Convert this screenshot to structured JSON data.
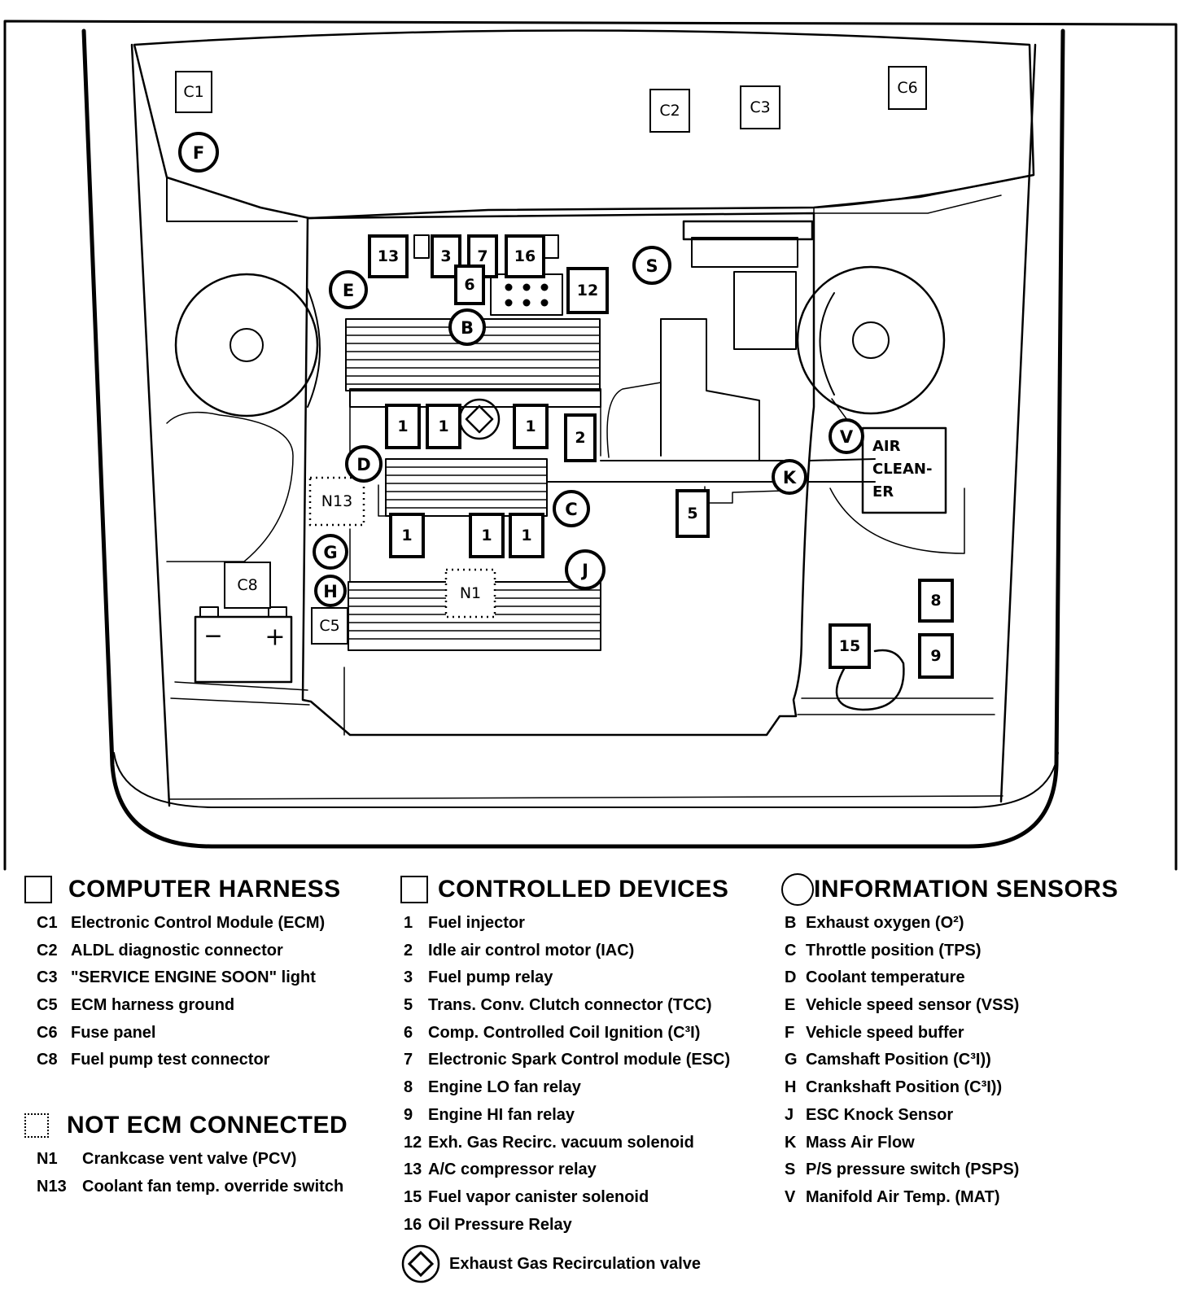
{
  "diagram": {
    "boxes": [
      {
        "id": "C1",
        "label": "C1"
      },
      {
        "id": "C2",
        "label": "C2"
      },
      {
        "id": "C3",
        "label": "C3"
      },
      {
        "id": "C6",
        "label": "C6"
      },
      {
        "id": "13",
        "label": "13"
      },
      {
        "id": "3",
        "label": "3"
      },
      {
        "id": "7",
        "label": "7"
      },
      {
        "id": "16",
        "label": "16"
      },
      {
        "id": "6",
        "label": "6"
      },
      {
        "id": "12",
        "label": "12"
      },
      {
        "id": "inj-1a",
        "label": "1"
      },
      {
        "id": "inj-1b",
        "label": "1"
      },
      {
        "id": "inj-1c",
        "label": "1"
      },
      {
        "id": "2",
        "label": "2"
      },
      {
        "id": "N13",
        "label": "N13"
      },
      {
        "id": "inj-1d",
        "label": "1"
      },
      {
        "id": "inj-1e",
        "label": "1"
      },
      {
        "id": "inj-1f",
        "label": "1"
      },
      {
        "id": "5",
        "label": "5"
      },
      {
        "id": "C8",
        "label": "C8"
      },
      {
        "id": "N1",
        "label": "N1"
      },
      {
        "id": "C5",
        "label": "C5"
      },
      {
        "id": "8",
        "label": "8"
      },
      {
        "id": "9",
        "label": "9"
      },
      {
        "id": "15",
        "label": "15"
      }
    ],
    "sensors": [
      {
        "id": "F",
        "label": "F"
      },
      {
        "id": "E",
        "label": "E"
      },
      {
        "id": "B",
        "label": "B"
      },
      {
        "id": "S",
        "label": "S"
      },
      {
        "id": "D",
        "label": "D"
      },
      {
        "id": "C",
        "label": "C"
      },
      {
        "id": "G",
        "label": "G"
      },
      {
        "id": "H",
        "label": "H"
      },
      {
        "id": "J",
        "label": "J"
      },
      {
        "id": "V",
        "label": "V"
      },
      {
        "id": "K",
        "label": "K"
      }
    ],
    "air_cleaner": [
      "AIR",
      "CLEAN-",
      "ER"
    ],
    "battery_minus": "−",
    "battery_plus": "+"
  },
  "legend": {
    "computer_harness": {
      "title": "COMPUTER HARNESS",
      "items": [
        {
          "code": "C1",
          "text": "Electronic Control Module (ECM)"
        },
        {
          "code": "C2",
          "text": "ALDL diagnostic connector"
        },
        {
          "code": "C3",
          "text": "\"SERVICE ENGINE SOON\" light"
        },
        {
          "code": "C5",
          "text": "ECM harness ground"
        },
        {
          "code": "C6",
          "text": "Fuse panel"
        },
        {
          "code": "C8",
          "text": "Fuel pump test connector"
        }
      ]
    },
    "not_ecm_connected": {
      "title": "NOT ECM CONNECTED",
      "items": [
        {
          "code": "N1",
          "text": "Crankcase vent valve (PCV)"
        },
        {
          "code": "N13",
          "text": "Coolant fan temp. override switch"
        }
      ]
    },
    "controlled_devices": {
      "title": "CONTROLLED DEVICES",
      "items": [
        {
          "code": "1",
          "text": "Fuel injector"
        },
        {
          "code": "2",
          "text": "Idle air control motor  (IAC)"
        },
        {
          "code": "3",
          "text": "Fuel pump relay"
        },
        {
          "code": "5",
          "text": "Trans. Conv. Clutch connector (TCC)"
        },
        {
          "code": "6",
          "text": "Comp. Controlled Coil Ignition (C³I)"
        },
        {
          "code": "7",
          "text": "Electronic Spark Control module (ESC)"
        },
        {
          "code": "8",
          "text": "Engine LO fan relay"
        },
        {
          "code": "9",
          "text": "Engine HI fan relay"
        },
        {
          "code": "12",
          "text": "Exh. Gas Recirc. vacuum solenoid"
        },
        {
          "code": "13",
          "text": "A/C compressor relay"
        },
        {
          "code": "15",
          "text": "Fuel vapor canister solenoid"
        },
        {
          "code": "16",
          "text": "Oil Pressure Relay"
        }
      ],
      "egr": "Exhaust Gas Recirculation valve"
    },
    "information_sensors": {
      "title": "INFORMATION SENSORS",
      "items": [
        {
          "code": "B",
          "text": "Exhaust oxygen (O²)"
        },
        {
          "code": "C",
          "text": "Throttle position (TPS)"
        },
        {
          "code": "D",
          "text": "Coolant temperature"
        },
        {
          "code": "E",
          "text": "Vehicle  speed sensor (VSS)"
        },
        {
          "code": "F",
          "text": "Vehicle speed buffer"
        },
        {
          "code": "G",
          "text": "Camshaft Position (C³I))"
        },
        {
          "code": "H",
          "text": "Crankshaft Position (C³I))"
        },
        {
          "code": "J",
          "text": "ESC Knock Sensor"
        },
        {
          "code": "K",
          "text": "Mass Air Flow"
        },
        {
          "code": "S",
          "text": "P/S pressure switch (PSPS)"
        },
        {
          "code": "V",
          "text": "Manifold  Air Temp. (MAT)"
        }
      ]
    }
  }
}
